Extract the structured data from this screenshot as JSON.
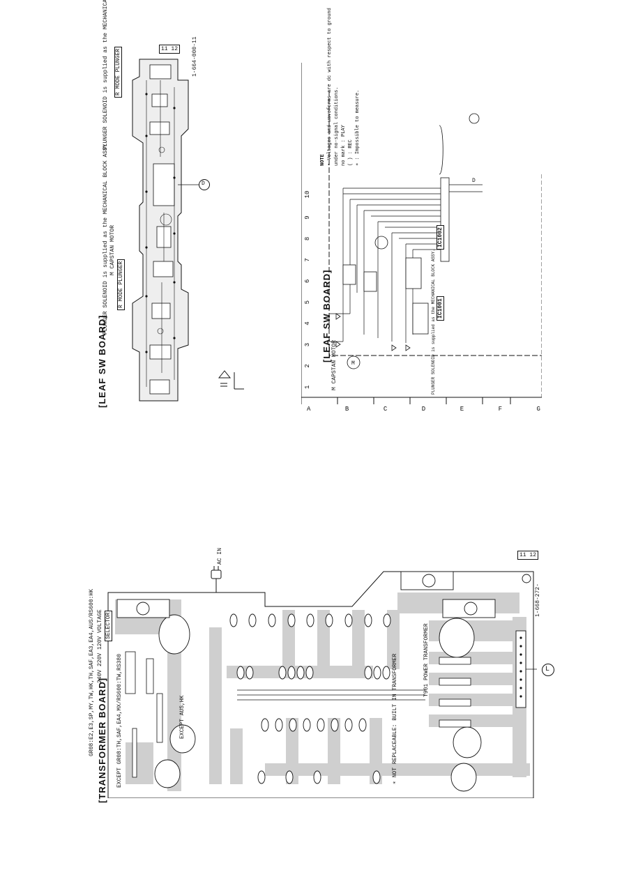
{
  "page_marks": {
    "top": "11 12",
    "bottom": "11 12"
  },
  "leaf_board": {
    "title": "[LEAF SW BOARD]",
    "note_left": "PLUNGER SOLENOID is supplied as the MECHANICAL BLOCK ASSY.",
    "note_right": "PLUNGER SOLENOID is supplied as the MECHANICAL BLOCK ASSY.",
    "plunger_l": "R MODE PLUNGER",
    "plunger_r": "R MODE PLUNGER",
    "capstan": "M CAPSTAN MOTOR",
    "connector_id": "D",
    "board_code": "1-664-000-11"
  },
  "schematic": {
    "title": "[LEAF SW BOARD]",
    "columns": [
      "1",
      "2",
      "3",
      "4",
      "5",
      "6",
      "7",
      "8",
      "9",
      "10"
    ],
    "rows": [
      "A",
      "B",
      "C",
      "D",
      "E",
      "F",
      "G"
    ],
    "note_title": "NOTE",
    "note_lines": [
      "• Voltages and waveforms are dc with respect to ground",
      "under no-signal conditions.",
      "no mark : PLAY",
      "( ) : REC",
      "∗ : Impossible to measure."
    ],
    "connector_id": "D",
    "ic_labels": [
      "IC1001",
      "IC1002"
    ],
    "motor": "M CAPSTAN MOTOR",
    "plunger_note": "PLUNGER SOLENOID is supplied as the MECHANICAL BLOCK ASSY."
  },
  "transformer_board": {
    "title": "[TRANSFORMER BOARD]",
    "model_line": "GR08:E2,E3,SP,MY,TW,HK,TH,SAF,EA3,EA4,AUS/RS600:HK",
    "voltage_selector": "SELECTOR",
    "voltages": "240V 220V 120V VOLTAGE",
    "except_note": "EXCEPT GR08:TH,SAF,EA4,MX/RS600:TW,RS380",
    "except_aus": "EXCEPT AUS,HK",
    "ac_in": "AC IN",
    "transformer_label": "T901 POWER TRANSFORMER",
    "not_replaceable": "∗ NOT REPLACEABLE: BUILT IN TRANSFORMER",
    "connector_id": "L",
    "board_code": "1-668-272-"
  }
}
